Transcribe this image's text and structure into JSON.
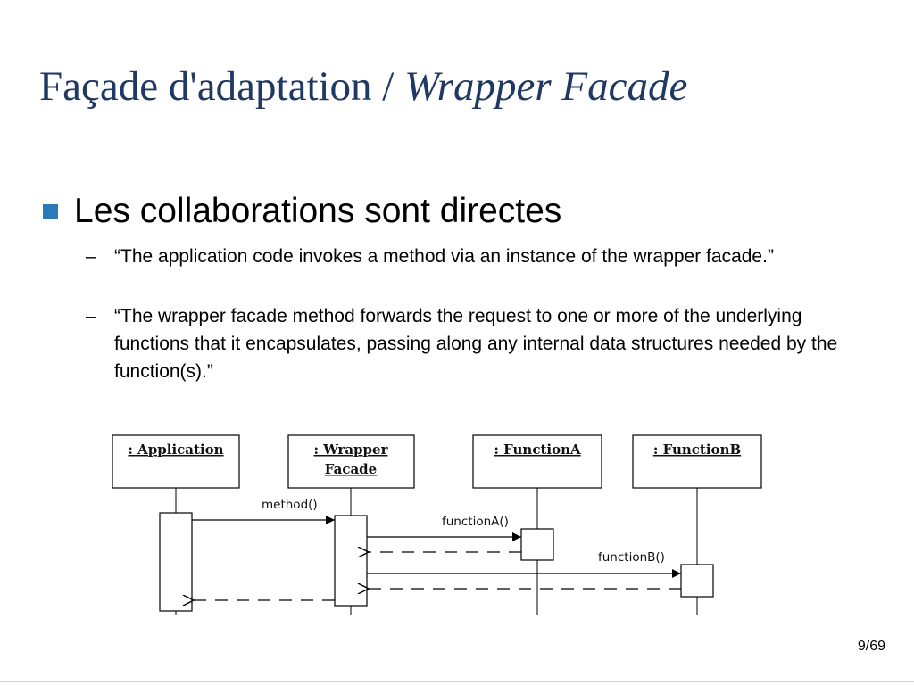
{
  "slide": {
    "title": "Façade d'adaptation / ",
    "title_italic": "Wrapper Facade",
    "bullet": "Les collaborations sont directes",
    "sub_bullets": [
      "“The application code invokes a method via an instance of the wrapper facade.”",
      "“The wrapper facade method forwards the request to one or more of the underlying functions that it encapsulates, passing along any internal data structures needed by the function(s).”"
    ],
    "dash": "–",
    "page_number": "9/69"
  },
  "diagram": {
    "participants": [
      {
        "line1": ": Application",
        "line2": ""
      },
      {
        "line1": ": Wrapper",
        "line2": "Facade"
      },
      {
        "line1": ": FunctionA",
        "line2": ""
      },
      {
        "line1": ": FunctionB",
        "line2": ""
      }
    ],
    "messages": [
      {
        "label": "method()"
      },
      {
        "label": "functionA()"
      },
      {
        "label": "functionB()"
      }
    ]
  },
  "colors": {
    "title": "#1f3864",
    "bullet_square": "#2a7ab8"
  }
}
